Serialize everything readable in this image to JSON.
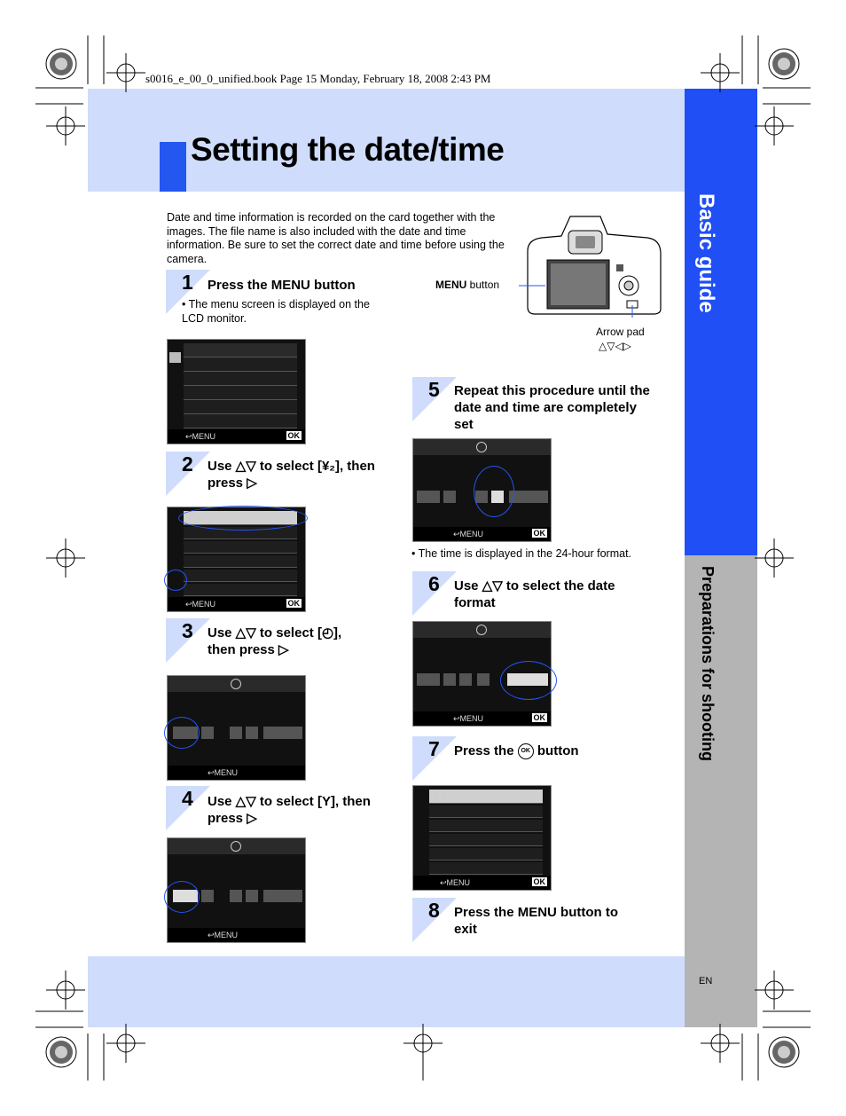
{
  "book_line": "s0016_e_00_0_unified.book  Page 15  Monday, February 18, 2008  2:43 PM",
  "title": "Setting the date/time",
  "sidebar": {
    "blue_label": "Basic guide",
    "gray_label": "Preparations for shooting"
  },
  "page_lang": "EN",
  "intro": "Date and time information is recorded on the card together with the images. The file name is also included with the date and time information. Be sure to set the correct date and time before using the camera.",
  "camera": {
    "menu_word": "MENU",
    "menu_suffix": " button",
    "arrow_pad": "Arrow pad"
  },
  "steps": [
    {
      "num": "1",
      "text_a": "Press the ",
      "menu": "MENU",
      "text_b": " button",
      "note": "The menu screen is displayed on the LCD monitor."
    },
    {
      "num": "2",
      "text": "Use △▽ to select [¥₂], then press ▷"
    },
    {
      "num": "3",
      "text": "Use △▽ to select [◴], then press ▷"
    },
    {
      "num": "4",
      "text": "Use △▽ to select [Y], then press ▷"
    },
    {
      "num": "5",
      "text": "Repeat this procedure until the date and time are completely set",
      "note": "The time is displayed in the 24-hour format."
    },
    {
      "num": "6",
      "text": "Use △▽ to select the date format"
    },
    {
      "num": "7",
      "text_a": "Press the ",
      "ok": "OK",
      "text_b": " button"
    },
    {
      "num": "8",
      "text_a": "Press the ",
      "menu": "MENU",
      "text_b": " button to exit"
    }
  ],
  "screen": {
    "menu_tag": "MENU",
    "ok_tag": "OK"
  }
}
